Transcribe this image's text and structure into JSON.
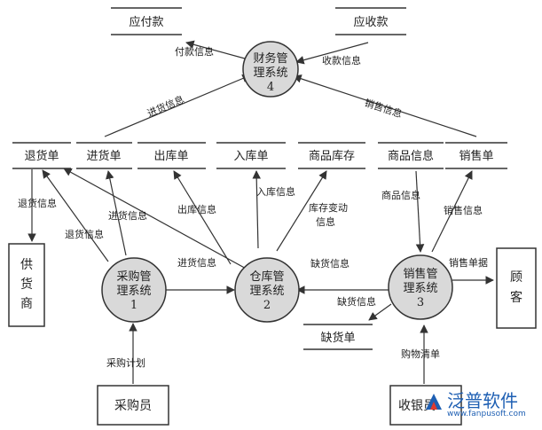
{
  "processes": {
    "finance": {
      "line1": "财务管",
      "line2": "理系统",
      "num": "4"
    },
    "purchase": {
      "line1": "采购管",
      "line2": "理系统",
      "num": "1"
    },
    "warehouse": {
      "line1": "仓库管",
      "line2": "理系统",
      "num": "2"
    },
    "sales": {
      "line1": "销售管",
      "line2": "理系统",
      "num": "3"
    }
  },
  "stores": {
    "payable": "应付款",
    "receivable": "应收款",
    "return_slip": "退货单",
    "purchase_slip": "进货单",
    "outbound_slip": "出库单",
    "inbound_slip": "入库单",
    "inventory": "商品库存",
    "product_info": "商品信息",
    "sales_slip": "销售单",
    "shortage_slip": "缺货单"
  },
  "entities": {
    "supplier": [
      "供",
      "货",
      "商"
    ],
    "customer": [
      "顾",
      "客"
    ],
    "buyer": "采购员",
    "cashier": "收银员"
  },
  "flows": {
    "payment_info": "付款信息",
    "receipt_info": "收款信息",
    "purchase_info_to_finance": "进货信息",
    "sales_info_to_finance": "销售信息",
    "return_info_down": "退货信息",
    "return_info_up": "退货信息",
    "purchase_info_up": "进货信息",
    "outbound_info": "出库信息",
    "inbound_info": "入库信息",
    "inventory_change": [
      "库存变动",
      "信息"
    ],
    "product_info_down": "商品信息",
    "sales_info_up": "销售信息",
    "purchase_to_warehouse": "进货信息",
    "shortage_info_up": "缺货信息",
    "shortage_info_left": "缺货信息",
    "sales_slip_customer": "销售单据",
    "purchase_plan": "采购计划",
    "shopping_list": "购物清单"
  },
  "watermark": {
    "name": "泛普软件",
    "url": "www.fanpusoft.com"
  },
  "colors": {
    "line": "#333333",
    "process_fill": "#d9d9d9",
    "brand": "#1e5fb3"
  }
}
